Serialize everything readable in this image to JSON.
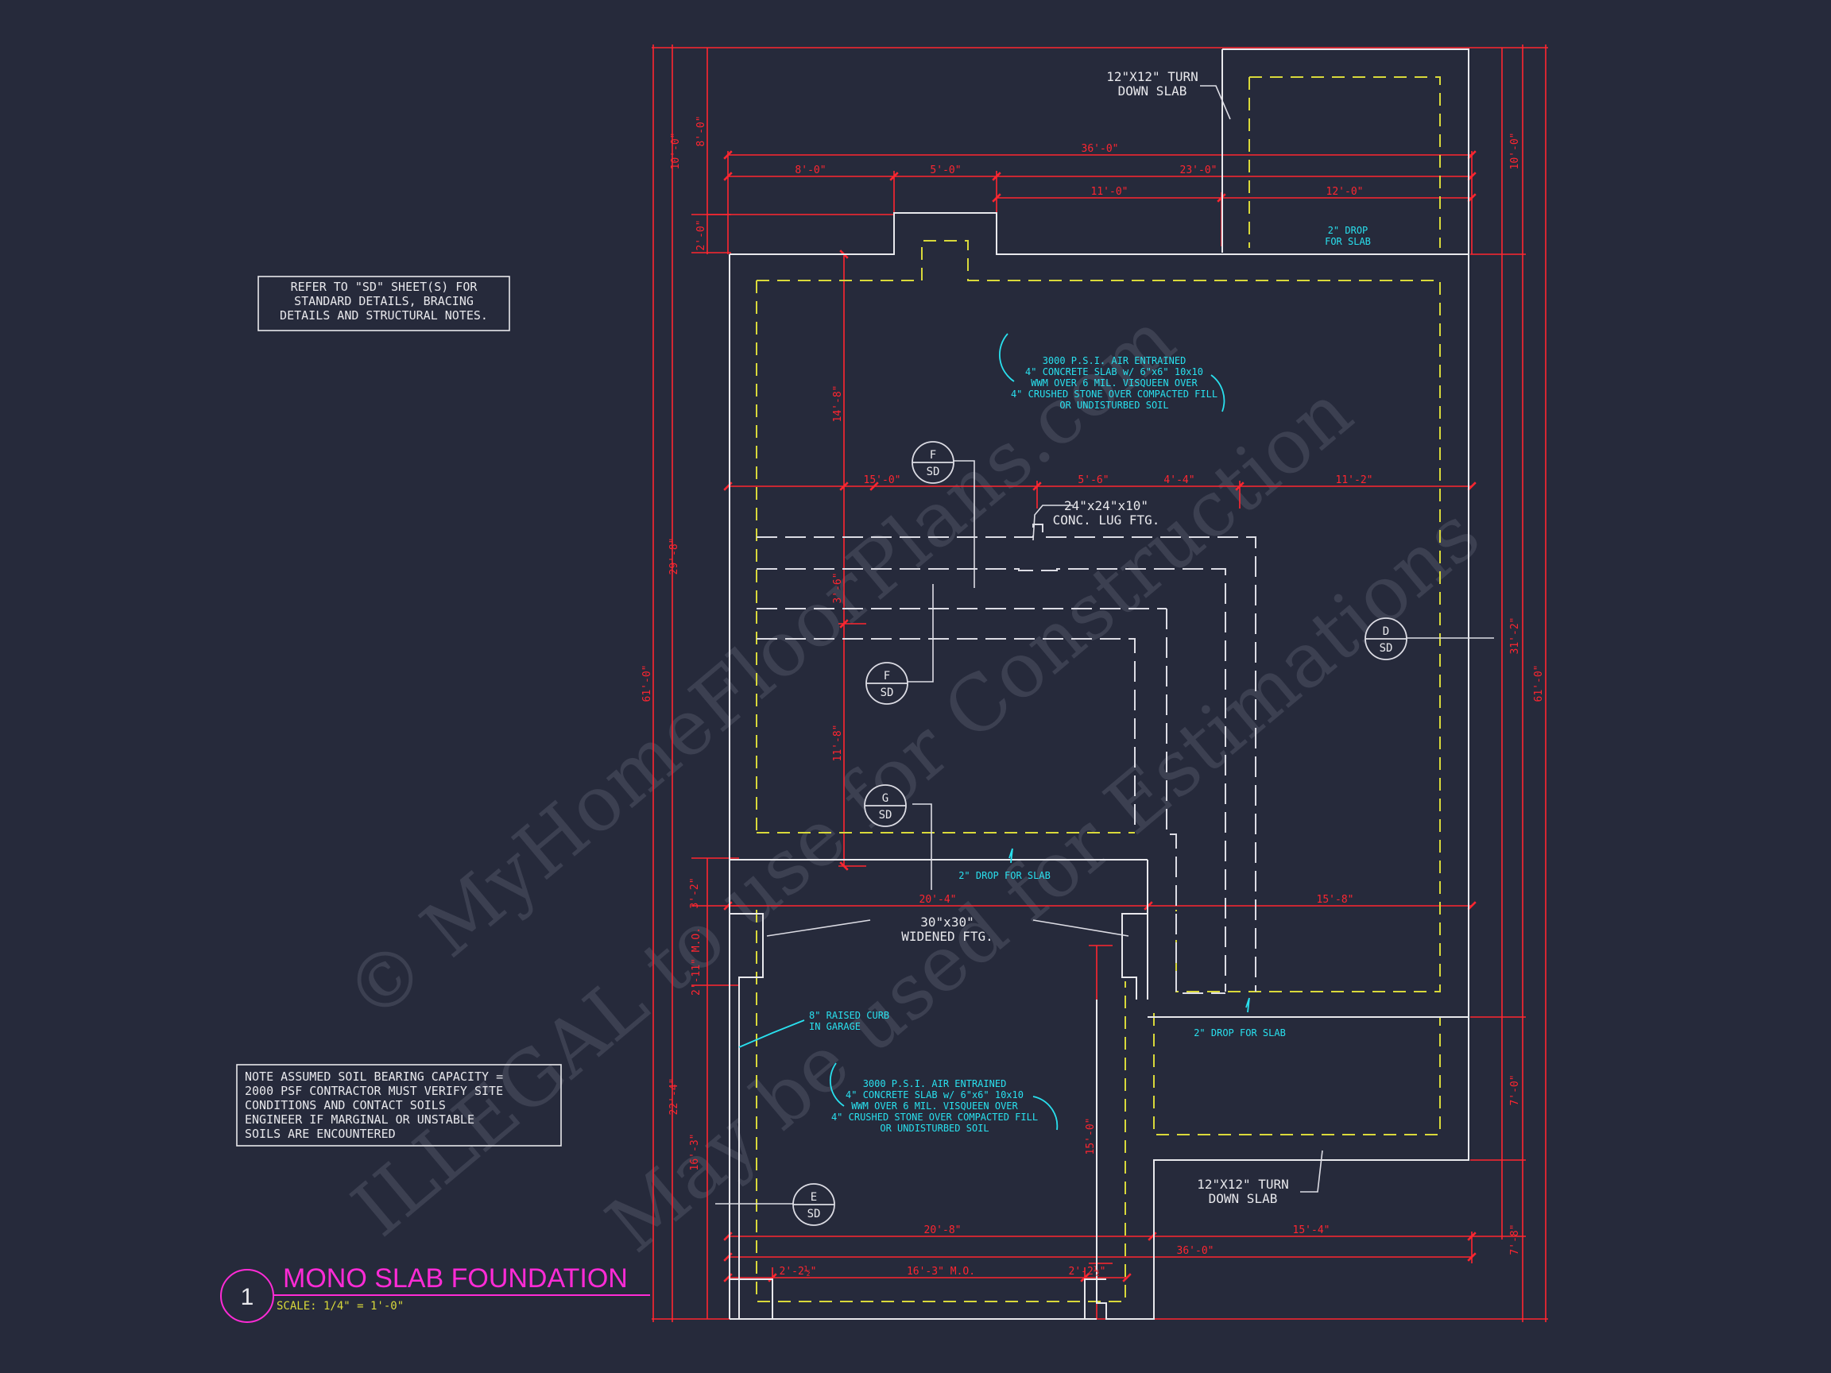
{
  "colors": {
    "background": "#262a3b",
    "wall": "#e8e8ec",
    "dimension": "#ff2630",
    "hidden_line": "#d9d93a",
    "callout": "#29e0ee",
    "title": "#ff2bd6",
    "footing_line": "#dcdce4",
    "watermark": "#5a5e70"
  },
  "drawing": {
    "title": "MONO SLAB FOUNDATION",
    "number": "1",
    "scale": "SCALE: 1/4\" = 1'-0\""
  },
  "watermark": {
    "line1": "© MyHomeFloorPlans.com",
    "line2": "ILLEGAL to use for Construction",
    "line3": "May be used for Estimations"
  },
  "notes": {
    "refer": [
      "REFER TO \"SD\" SHEET(S) FOR",
      "STANDARD DETAILS, BRACING",
      "DETAILS AND STRUCTURAL NOTES."
    ],
    "soil": [
      "NOTE ASSUMED SOIL BEARING CAPACITY =",
      "2000 PSF CONTRACTOR MUST VERIFY SITE",
      "CONDITIONS AND CONTACT SOILS",
      "ENGINEER IF MARGINAL OR UNSTABLE",
      "SOILS ARE ENCOUNTERED"
    ]
  },
  "labels": {
    "turn_down_top": [
      "12\"X12\" TURN",
      "DOWN SLAB"
    ],
    "turn_down_bottom": [
      "12\"X12\" TURN",
      "DOWN SLAB"
    ],
    "drop_top": [
      "2\" DROP",
      "FOR SLAB"
    ],
    "drop_mid": "2\" DROP FOR SLAB",
    "drop_right": "2\" DROP FOR SLAB",
    "slab_main": [
      "3000 P.S.I. AIR ENTRAINED",
      "4\" CONCRETE SLAB w/ 6\"x6\" 10x10",
      "WWM OVER 6 MIL. VISQUEEN OVER",
      "4\" CRUSHED STONE OVER COMPACTED FILL",
      "OR UNDISTURBED SOIL"
    ],
    "slab_garage": [
      "3000 P.S.I. AIR ENTRAINED",
      "4\" CONCRETE SLAB w/ 6\"x6\" 10x10",
      "WWM OVER 6 MIL. VISQUEEN OVER",
      "4\" CRUSHED STONE OVER COMPACTED FILL",
      "OR UNDISTURBED SOIL"
    ],
    "lug_ftg": [
      "24\"x24\"x10\"",
      "CONC. LUG FTG."
    ],
    "widened_ftg": [
      "30\"x30\"",
      "WIDENED FTG."
    ],
    "raised_curb": [
      "8\" RAISED CURB",
      "IN GARAGE"
    ]
  },
  "sections": [
    {
      "top": "F",
      "bottom": "SD"
    },
    {
      "top": "F",
      "bottom": "SD"
    },
    {
      "top": "G",
      "bottom": "SD"
    },
    {
      "top": "D",
      "bottom": "SD"
    },
    {
      "top": "E",
      "bottom": "SD"
    }
  ],
  "dimensions": {
    "overall_top": "36'-0\"",
    "top_a": "8'-0\"",
    "top_b": "5'-0\"",
    "top_c": "23'-0\"",
    "top_d": "11'-0\"",
    "top_e": "12'-0\"",
    "mid_a": "15'-0\"",
    "mid_b": "5'-6\"",
    "mid_c": "4'-4\"",
    "mid_d": "11'-2\"",
    "garage_top_a": "20'-4\"",
    "garage_top_b": "15'-8\"",
    "bottom_a": "20'-8\"",
    "bottom_b": "15'-4\"",
    "bottom_overall": "36'-0\"",
    "bottom_c": "2'-2½\"",
    "bottom_d": "16'-3\" M.O.",
    "bottom_e": "2'-2½\"",
    "left_a": "10'-0\"",
    "left_b": "8'-0\"",
    "left_c": "2'-0\"",
    "left_d": "14'-8\"",
    "left_e": "3'-6\"",
    "left_f": "11'-8\"",
    "left_g": "29'-8\"",
    "left_h": "61'-0\"",
    "left_i": "3'-2\"",
    "left_j": "2'-11\" M.O.",
    "left_k": "22'-4\"",
    "left_l": "16'-3\"",
    "left_m": "15'-0\"",
    "right_a": "10'-0\"",
    "right_b": "31'-2\"",
    "right_c": "61'-0\"",
    "right_d": "7'-0\"",
    "right_e": "7'-8\""
  }
}
